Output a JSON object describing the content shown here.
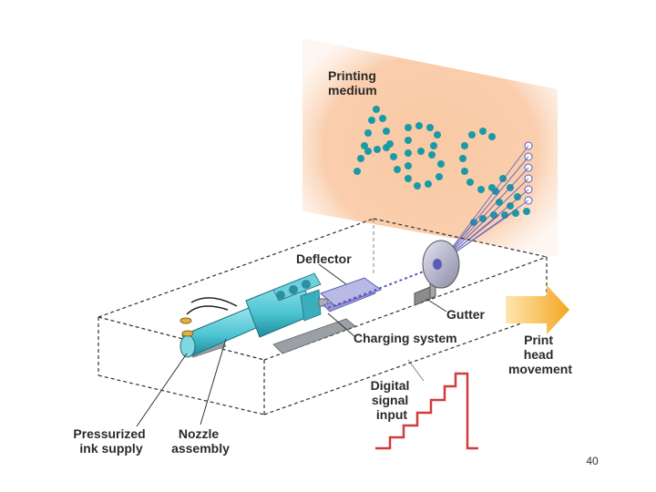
{
  "labels": {
    "printing_medium": [
      "Printing",
      "medium"
    ],
    "deflector": [
      "Deflector"
    ],
    "gutter": [
      "Gutter"
    ],
    "charging_system": [
      "Charging system"
    ],
    "print_head_movement": [
      "Print",
      "head",
      "movement"
    ],
    "digital_signal_input": [
      "Digital",
      "signal",
      "input"
    ],
    "pressurized_ink_supply": [
      "Pressurized",
      "ink supply"
    ],
    "nozzle_assembly": [
      "Nozzle",
      "assembly"
    ]
  },
  "page_number": "40",
  "colors": {
    "medium": "#f9c9a4",
    "dots": "#1a9aa6",
    "nozzle": "#4bc3d2",
    "arrow": "#f5a623",
    "signal": "#d23b3b",
    "trajectory": "#5a5ab8"
  }
}
